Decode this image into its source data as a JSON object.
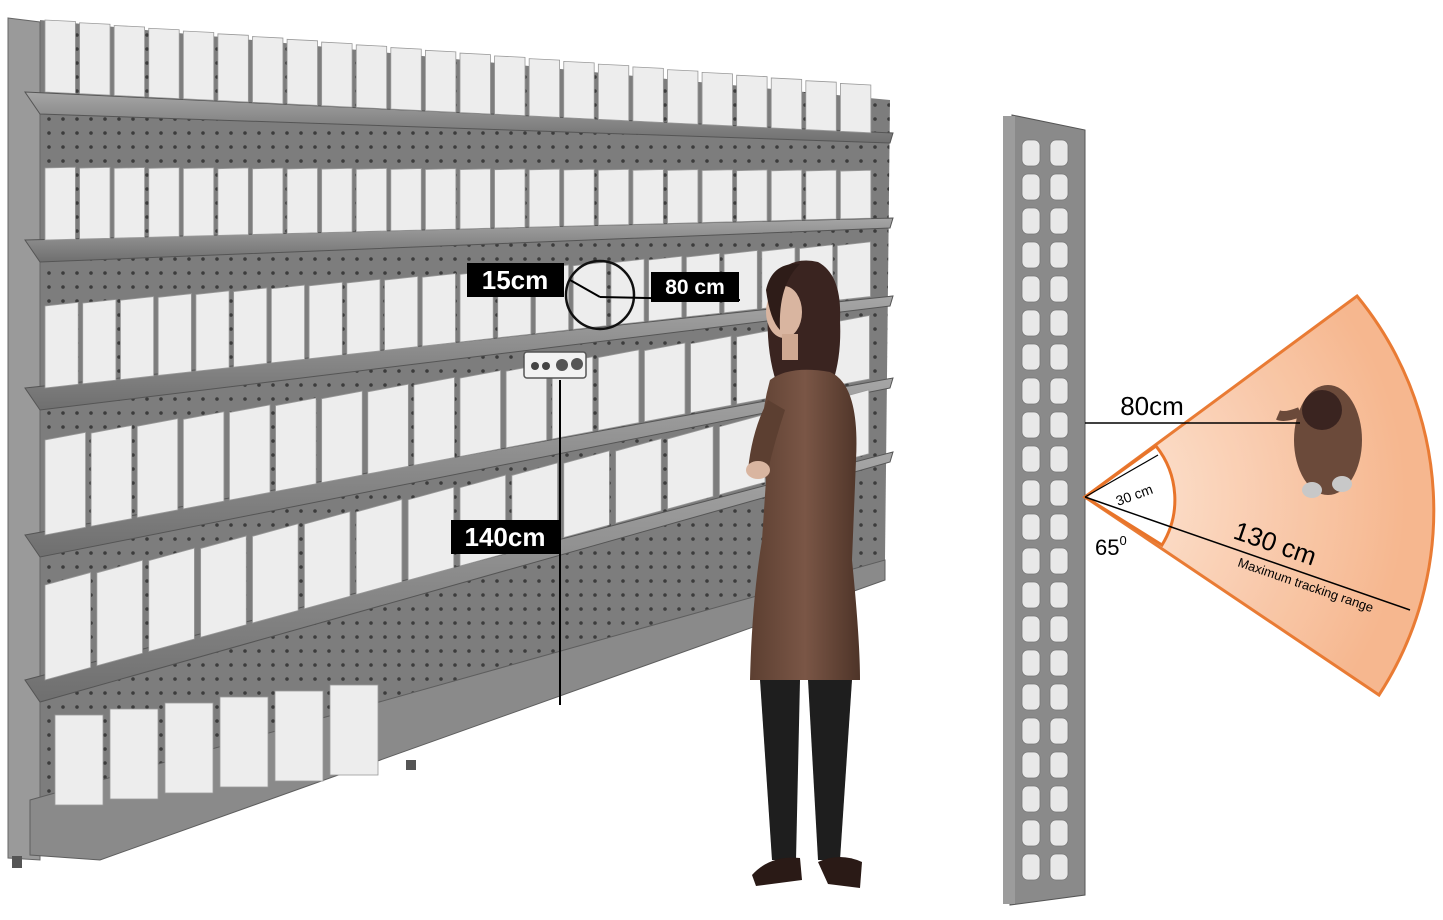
{
  "front_view": {
    "label_camera_height": "140cm",
    "label_camera_diameter": "15cm",
    "label_lens_distance": "80 cm"
  },
  "top_view": {
    "label_distance": "80cm",
    "label_near_radius": "30 cm",
    "label_angle": "65",
    "label_angle_unit": "0",
    "label_range": "130 cm",
    "label_range_caption": "Maximum tracking range"
  },
  "colors": {
    "shelf_frame": "#8c8c8c",
    "shelf_dark": "#6e6e6e",
    "product": "#ebebeb",
    "range_fill": "#f5b48c",
    "range_stroke": "#e8742a",
    "person_coat": "#6b4a3a",
    "person_hair": "#3a2420"
  }
}
